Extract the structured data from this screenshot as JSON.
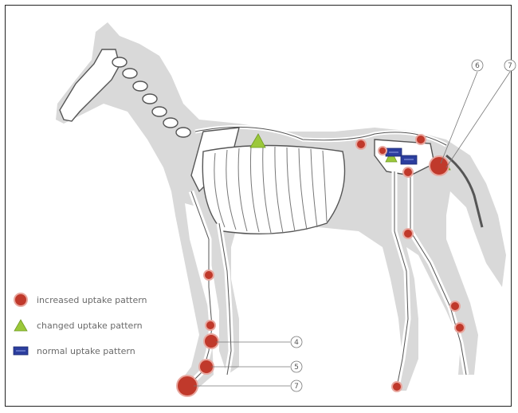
{
  "legend": {
    "increased_label": "increased uptake pattern",
    "changed_label": "changed uptake pattern",
    "normal_label": "normal uptake pattern"
  },
  "colors": {
    "increased_fill": "#c0392b",
    "increased_stroke": "#e8a8a0",
    "changed_fill": "#9bc83a",
    "normal_fill": "#2c3e9e",
    "silhouette": "#d9d9d9",
    "bone": "#ffffff",
    "bone_outline": "#555555"
  },
  "callouts": [
    "6",
    "7",
    "4",
    "5",
    "7"
  ]
}
